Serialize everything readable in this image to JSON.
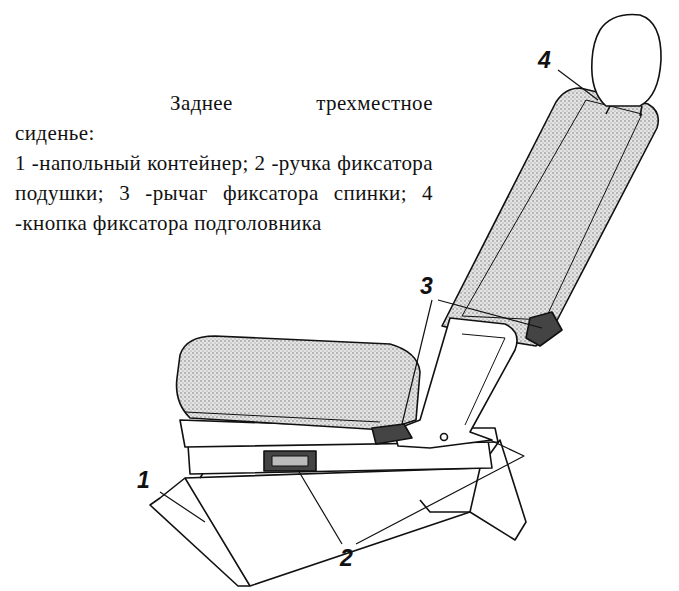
{
  "diagram": {
    "title": "Заднее трехместное сиденье:",
    "caption": "1 -напольный контейнер; 2 -ручка фиксатора подушки; 3 -рычаг фиксатора спинки; 4 -кнопка фиксатора подголовника",
    "labels": [
      "4",
      "3",
      "1",
      "2"
    ]
  }
}
